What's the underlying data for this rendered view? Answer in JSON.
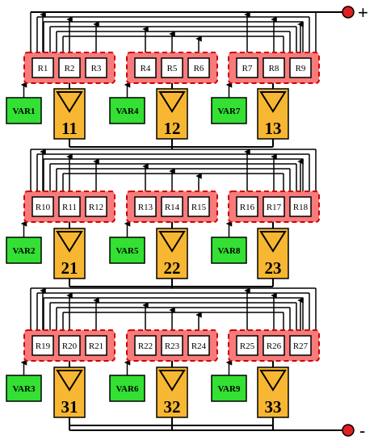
{
  "terminals": {
    "positive": "+",
    "negative": "-"
  },
  "rows": [
    {
      "modules": [
        {
          "label": "11",
          "var": "VAR1",
          "relays": [
            "R1",
            "R2",
            "R3"
          ]
        },
        {
          "label": "12",
          "var": "VAR4",
          "relays": [
            "R4",
            "R5",
            "R6"
          ]
        },
        {
          "label": "13",
          "var": "VAR7",
          "relays": [
            "R7",
            "R8",
            "R9"
          ]
        }
      ]
    },
    {
      "modules": [
        {
          "label": "21",
          "var": "VAR2",
          "relays": [
            "R10",
            "R11",
            "R12"
          ]
        },
        {
          "label": "22",
          "var": "VAR5",
          "relays": [
            "R13",
            "R14",
            "R15"
          ]
        },
        {
          "label": "23",
          "var": "VAR8",
          "relays": [
            "R16",
            "R17",
            "R18"
          ]
        }
      ]
    },
    {
      "modules": [
        {
          "label": "31",
          "var": "VAR3",
          "relays": [
            "R19",
            "R20",
            "R21"
          ]
        },
        {
          "label": "32",
          "var": "VAR6",
          "relays": [
            "R22",
            "R23",
            "R24"
          ]
        },
        {
          "label": "33",
          "var": "VAR9",
          "relays": [
            "R25",
            "R26",
            "R27"
          ]
        }
      ]
    }
  ],
  "colors": {
    "relay_group_fill": "#f77b7b",
    "relay_group_border": "#d10000",
    "var_fill": "#33e033",
    "pv_fill": "#f7b733",
    "terminal": "#e02020"
  }
}
